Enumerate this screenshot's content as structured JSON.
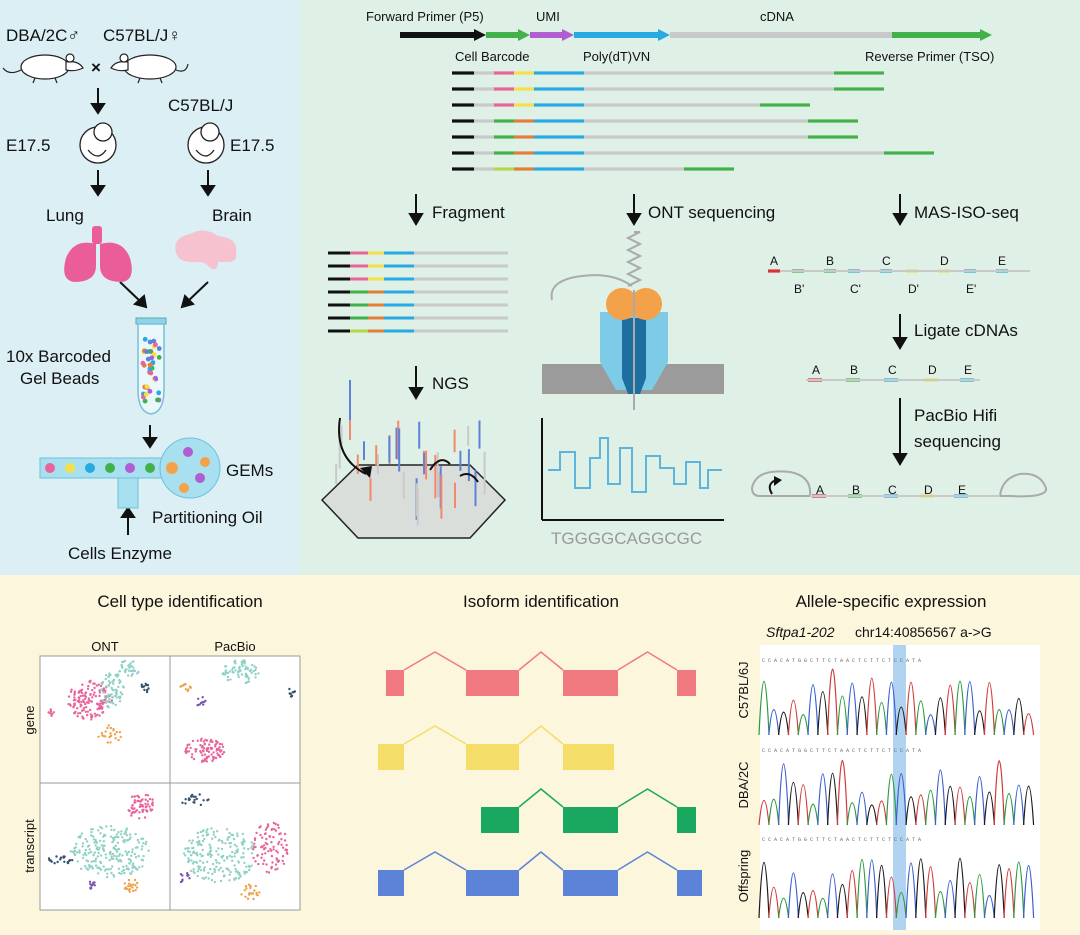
{
  "colors": {
    "left_panel_bg": "#dbeff5",
    "top_panel_bg": "#dff0e6",
    "bottom_panel_bg": "#fbf6dc",
    "black": "#111111",
    "green": "#43b14a",
    "purple": "#b05ed1",
    "blue": "#27a9e1",
    "grey": "#c9c9c9",
    "pink": "#e8649b",
    "yellow": "#f2e14b",
    "orange": "#e0803a",
    "pacbio_red": "#d6333a",
    "lung_pink": "#ea5d98",
    "brain_pink": "#f6c2d0",
    "ont_orange": "#f4a24a",
    "ont_blue": "#7dcbe6",
    "iso_red": "#f07a80",
    "iso_yellow": "#f5dd6a",
    "iso_green": "#1aa860",
    "iso_blue": "#5d83d8"
  },
  "left_panel": {
    "cross_male": "DBA/2C♂",
    "cross_female": "C57BL/J♀",
    "cross_symbol": "×",
    "strain_right": "C57BL/J",
    "age_left": "E17.5",
    "age_right": "E17.5",
    "tissue_left": "Lung",
    "tissue_right": "Brain",
    "beads_line1": "10x Barcoded",
    "beads_line2": "Gel Beads",
    "gems": "GEMs",
    "oil": "Partitioning Oil",
    "cells": "Cells Enzyme"
  },
  "read_structure": {
    "forward_primer": "Forward Primer (P5)",
    "umi": "UMI",
    "cdna": "cDNA",
    "cell_barcode": "Cell Barcode",
    "polydt": "Poly(dT)VN",
    "reverse_primer": "Reverse Primer (TSO)"
  },
  "methods": {
    "fragment": "Fragment",
    "ngs": "NGS",
    "ont": "ONT sequencing",
    "ont_sequence": "TGGGGCAGGCGC",
    "mas": "MAS-ISO-seq",
    "ligate": "Ligate cDNAs",
    "pacbio_line1": "PacBio Hifi",
    "pacbio_line2": "sequencing",
    "seg_labels": [
      "A",
      "B",
      "C",
      "D",
      "E"
    ],
    "seg_primes": [
      "B'",
      "C'",
      "D'",
      "E'"
    ]
  },
  "bottom": {
    "cell_type_title": "Cell type identification",
    "col_ont": "ONT",
    "col_pacbio": "PacBio",
    "row_gene": "gene",
    "row_transcript": "transcript",
    "isoform_title": "Isoform identification",
    "allele_title": "Allele-specific expression",
    "gene_name": "Sftpa1-202",
    "locus": "chr14:40856567 a->G",
    "tracks": [
      "C57BL/6J",
      "DBA/2C",
      "Offspring"
    ],
    "seq_small": "C C A C A T G G C T T C T A A C T C T T C T C C A T A"
  }
}
